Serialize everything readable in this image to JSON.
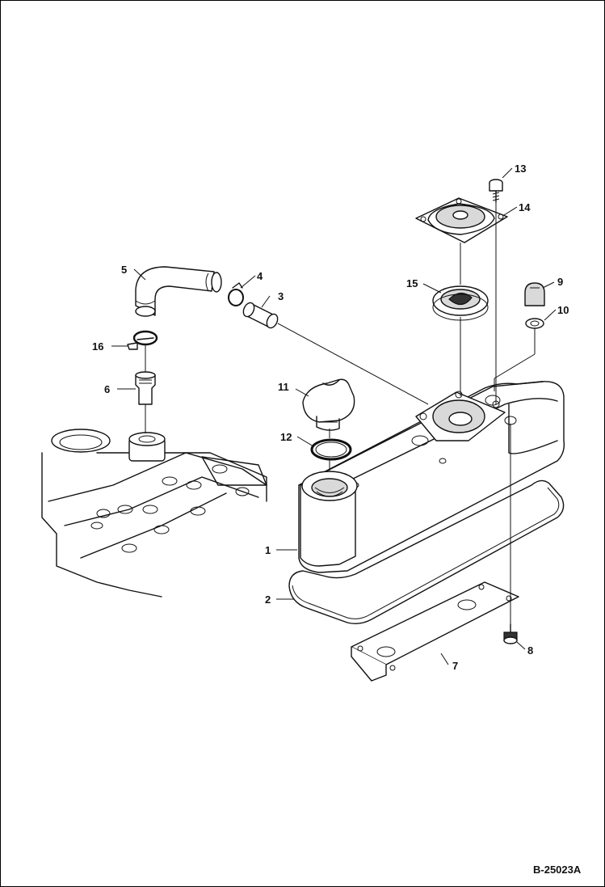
{
  "figure_id": "B-25023A",
  "callouts": [
    "1",
    "2",
    "3",
    "4",
    "5",
    "6",
    "7",
    "8",
    "9",
    "10",
    "11",
    "12",
    "13",
    "14",
    "15",
    "16"
  ],
  "colors": {
    "line": "#111111",
    "background": "#ffffff",
    "shade": "#d9d9d9"
  }
}
